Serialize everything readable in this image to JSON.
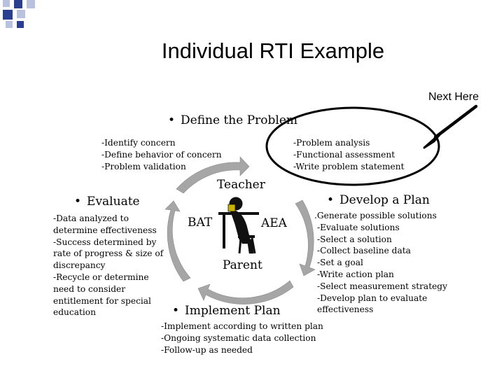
{
  "slide": {
    "title": "Individual RTI Example",
    "next_here": "Next Here"
  },
  "steps": {
    "define": {
      "heading": "Define the Problem",
      "items": [
        "-Identify concern",
        "-Define behavior of concern",
        "-Problem validation"
      ]
    },
    "analysis": {
      "items": [
        "-Problem analysis",
        "-Functional assessment",
        "-Write problem statement"
      ]
    },
    "evaluate": {
      "heading": "Evaluate",
      "items": [
        "-Data analyzed to",
        "determine effectiveness",
        "-Success  determined by",
        "rate of progress & size of",
        "discrepancy",
        "-Recycle or determine",
        "need to consider",
        "entitlement for special",
        "education"
      ]
    },
    "develop": {
      "heading": "Develop a Plan",
      "items": [
        ".Generate possible solutions",
        "-Evaluate solutions",
        "-Select a solution",
        "-Collect baseline data",
        "-Set a goal",
        "-Write action plan",
        "-Select measurement strategy",
        "-Develop plan to evaluate",
        "effectiveness"
      ]
    },
    "implement": {
      "heading": "Implement Plan",
      "items": [
        "-Implement according to written plan",
        "-Ongoing systematic data collection",
        "-Follow-up as needed"
      ]
    }
  },
  "cycle": {
    "top": "Teacher",
    "left": "BAT",
    "right": "AEA",
    "bottom": "Parent"
  },
  "bullet": "•",
  "colors": {
    "corner_blue": "#2a3f8f",
    "corner_light": "#b8c2de",
    "arrow_gray": "#a6a6a6"
  }
}
